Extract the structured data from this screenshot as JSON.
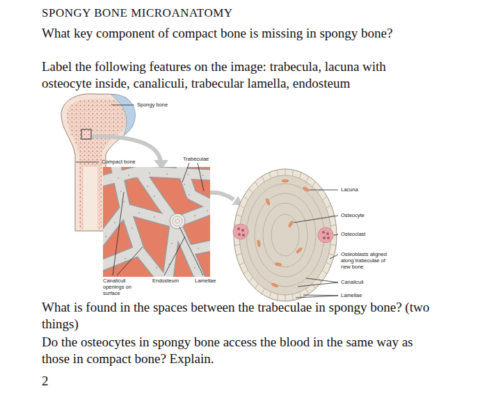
{
  "diagram": {
    "title": "SPONGY BONE MICROANATOMY",
    "labels": [
      "What key component of compact bone is missing in spongy bone?",
      "Label the following features on the image: trabecula, lacuna with osteocyte inside, canaliculi, trabecular lamella, endosteum",
      "Spongy bone",
      "Compact bone",
      "Trabeculae",
      "Lacuna",
      "Osteocyte",
      "Osteoclast",
      "Osteoblasts aligned along trabeculae of new bone",
      "Canaliculi openings on surface",
      "Endosteum",
      "Lamellae",
      "Canaliculi",
      "Lamellae",
      "What is found in the spaces between the trabeculae in spongy bone? (two things)",
      "Do the osteocytes in spongy bone access the blood in the same way as those in compact bone? Explain.",
      "2"
    ]
  }
}
